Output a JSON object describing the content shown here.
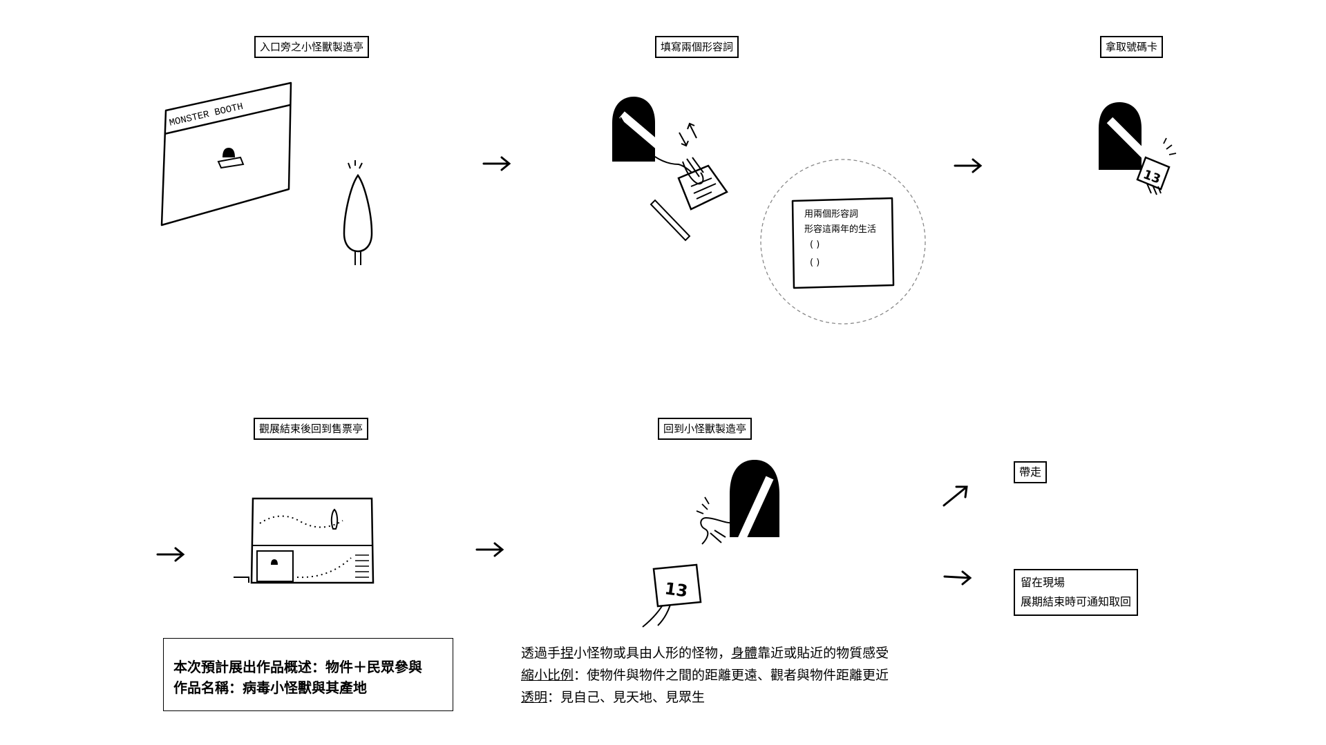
{
  "steps": {
    "step1_label": "入口旁之小怪獸製造亭",
    "step2_label": "填寫兩個形容詞",
    "step3_label": "拿取號碼卡",
    "step4_label": "觀展結束後回到售票亭",
    "step5_label": "回到小怪獸製造亭"
  },
  "booth_sign": "MONSTER BOOTH",
  "form_card": {
    "line1": "用兩個形容詞",
    "line2": "形容這兩年的生活",
    "blank1": "(                    )",
    "blank2": "(                    )"
  },
  "number_card": "13",
  "outcomes": {
    "take_away": "帶走",
    "stay_line1": "留在現場",
    "stay_line2": "展期結束時可通知取回"
  },
  "summary": {
    "line1": "本次預計展出作品概述：物件＋民眾參與",
    "line2": "作品名稱：病毒小怪獸與其產地"
  },
  "description": {
    "l1_a": "透過手",
    "l1_b": "捏",
    "l1_c": "小怪物或具由人形的怪物，",
    "l1_d": "身體",
    "l1_e": "靠近或貼近的物質感受",
    "l2_a": "縮小比例",
    "l2_b": "：使物件與物件之間的距離更遠、觀者與物件距離更近",
    "l3_a": "透明",
    "l3_b": "：見自己、見天地、見眾生"
  },
  "icons": [
    "arrow-right-icon",
    "arrow-up-right-icon",
    "booth-sketch",
    "person-sketch",
    "hand-sketch",
    "pencil-sketch",
    "number-card-sketch"
  ]
}
